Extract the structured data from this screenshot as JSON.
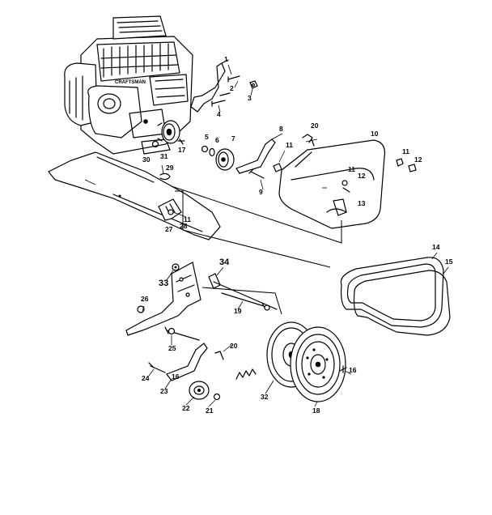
{
  "diagram": {
    "callouts": {
      "p1": "1",
      "p2": "2",
      "p3": "3",
      "p4": "4",
      "p5": "5",
      "p6": "6",
      "p7": "7",
      "p8": "8",
      "p9": "9",
      "p10": "10",
      "p11a": "11",
      "p11b": "11",
      "p11c": "11",
      "p11d": "11",
      "p12a": "12",
      "p12b": "12",
      "p13": "13",
      "p14": "14",
      "p15": "15",
      "p16a": "16",
      "p16b": "16",
      "p17": "17",
      "p18": "18",
      "p19": "19",
      "p20a": "20",
      "p20b": "20",
      "p21": "21",
      "p22": "22",
      "p23": "23",
      "p24": "24",
      "p25": "25",
      "p26": "26",
      "p27": "27",
      "p28": "28",
      "p29": "29",
      "p30": "30",
      "p31": "31",
      "p32": "32",
      "p33": "33",
      "p34": "34"
    }
  }
}
